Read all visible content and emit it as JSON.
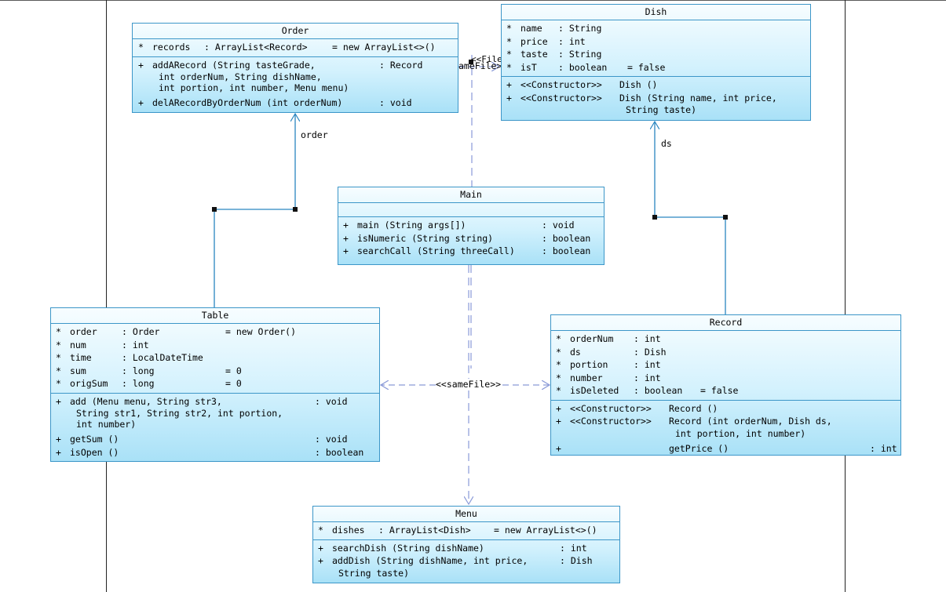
{
  "classes": {
    "order": {
      "name": "Order",
      "attrs": [
        {
          "vis": "*",
          "name": "records",
          "type": ": ArrayList<Record>",
          "init": "= new ArrayList<>()"
        }
      ],
      "methods": [
        {
          "vis": "+",
          "sig": "addARecord (String tasteGrade,",
          "ret": ": Record",
          "cont": [
            "int orderNum, String dishName,",
            "int portion, int number, Menu menu)"
          ]
        },
        {
          "vis": "+",
          "sig": "delARecordByOrderNum (int orderNum)",
          "ret": ": void",
          "cont": []
        }
      ]
    },
    "dish": {
      "name": "Dish",
      "attrs": [
        {
          "vis": "*",
          "name": "name",
          "type": ": String",
          "init": ""
        },
        {
          "vis": "*",
          "name": "price",
          "type": ": int",
          "init": ""
        },
        {
          "vis": "*",
          "name": "taste",
          "type": ": String",
          "init": ""
        },
        {
          "vis": "*",
          "name": "isT",
          "type": ": boolean",
          "init": "= false"
        }
      ],
      "methods": [
        {
          "vis": "+",
          "stereo": "<<Constructor>>",
          "sig": "Dish ()",
          "ret": "",
          "cont": []
        },
        {
          "vis": "+",
          "stereo": "<<Constructor>>",
          "sig": "Dish (String name, int price,",
          "ret": "",
          "cont": [
            "String taste)"
          ]
        }
      ]
    },
    "main": {
      "name": "Main",
      "methods": [
        {
          "vis": "+",
          "sig": "main (String args[])",
          "ret": ": void"
        },
        {
          "vis": "+",
          "sig": "isNumeric (String string)",
          "ret": ": boolean"
        },
        {
          "vis": "+",
          "sig": "searchCall (String threeCall)",
          "ret": ": boolean"
        }
      ]
    },
    "table": {
      "name": "Table",
      "attrs": [
        {
          "vis": "*",
          "name": "order",
          "type": ": Order",
          "init": "= new Order()"
        },
        {
          "vis": "*",
          "name": "num",
          "type": ": int",
          "init": ""
        },
        {
          "vis": "*",
          "name": "time",
          "type": ": LocalDateTime",
          "init": ""
        },
        {
          "vis": "*",
          "name": "sum",
          "type": ": long",
          "init": "= 0"
        },
        {
          "vis": "*",
          "name": "origSum",
          "type": ": long",
          "init": "= 0"
        }
      ],
      "methods": [
        {
          "vis": "+",
          "sig": "add (Menu menu, String str3,",
          "ret": ": void",
          "cont": [
            "String str1, String str2, int portion,",
            "int number)"
          ]
        },
        {
          "vis": "+",
          "sig": "getSum ()",
          "ret": ": void",
          "cont": []
        },
        {
          "vis": "+",
          "sig": "isOpen ()",
          "ret": ": boolean",
          "cont": []
        }
      ]
    },
    "record": {
      "name": "Record",
      "attrs": [
        {
          "vis": "*",
          "name": "orderNum",
          "type": ": int",
          "init": ""
        },
        {
          "vis": "*",
          "name": "ds",
          "type": ": Dish",
          "init": ""
        },
        {
          "vis": "*",
          "name": "portion",
          "type": ": int",
          "init": ""
        },
        {
          "vis": "*",
          "name": "number",
          "type": ": int",
          "init": ""
        },
        {
          "vis": "*",
          "name": "isDeleted",
          "type": ": boolean",
          "init": "= false"
        }
      ],
      "methods": [
        {
          "vis": "+",
          "stereo": "<<Constructor>>",
          "sig": "Record ()",
          "ret": "",
          "cont": []
        },
        {
          "vis": "+",
          "stereo": "<<Constructor>>",
          "sig": "Record (int orderNum, Dish ds,",
          "ret": "",
          "cont": [
            "int portion, int number)"
          ]
        },
        {
          "vis": "+",
          "stereo": "",
          "sig": "getPrice ()",
          "ret": ": int",
          "cont": []
        }
      ]
    },
    "menu": {
      "name": "Menu",
      "attrs": [
        {
          "vis": "*",
          "name": "dishes",
          "type": ": ArrayList<Dish>",
          "init": "= new ArrayList<>()"
        }
      ],
      "methods": [
        {
          "vis": "+",
          "sig": "searchDish (String dishName)",
          "ret": ": int",
          "cont": []
        },
        {
          "vis": "+",
          "sig": "addDish (String dishName, int price,",
          "ret": ": Dish",
          "cont": [
            "String taste)"
          ]
        }
      ]
    }
  },
  "connectors": {
    "order_role": "order",
    "ds_role": "ds",
    "samefile_label": "<<sameFile>>",
    "samefile_top_label": "ameFile>>",
    "samefile_top_label2": "<<File"
  },
  "colors": {
    "border": "#3c96c8",
    "assoc_line": "#2a86c0",
    "dependency_line": "#8a9ad8"
  }
}
